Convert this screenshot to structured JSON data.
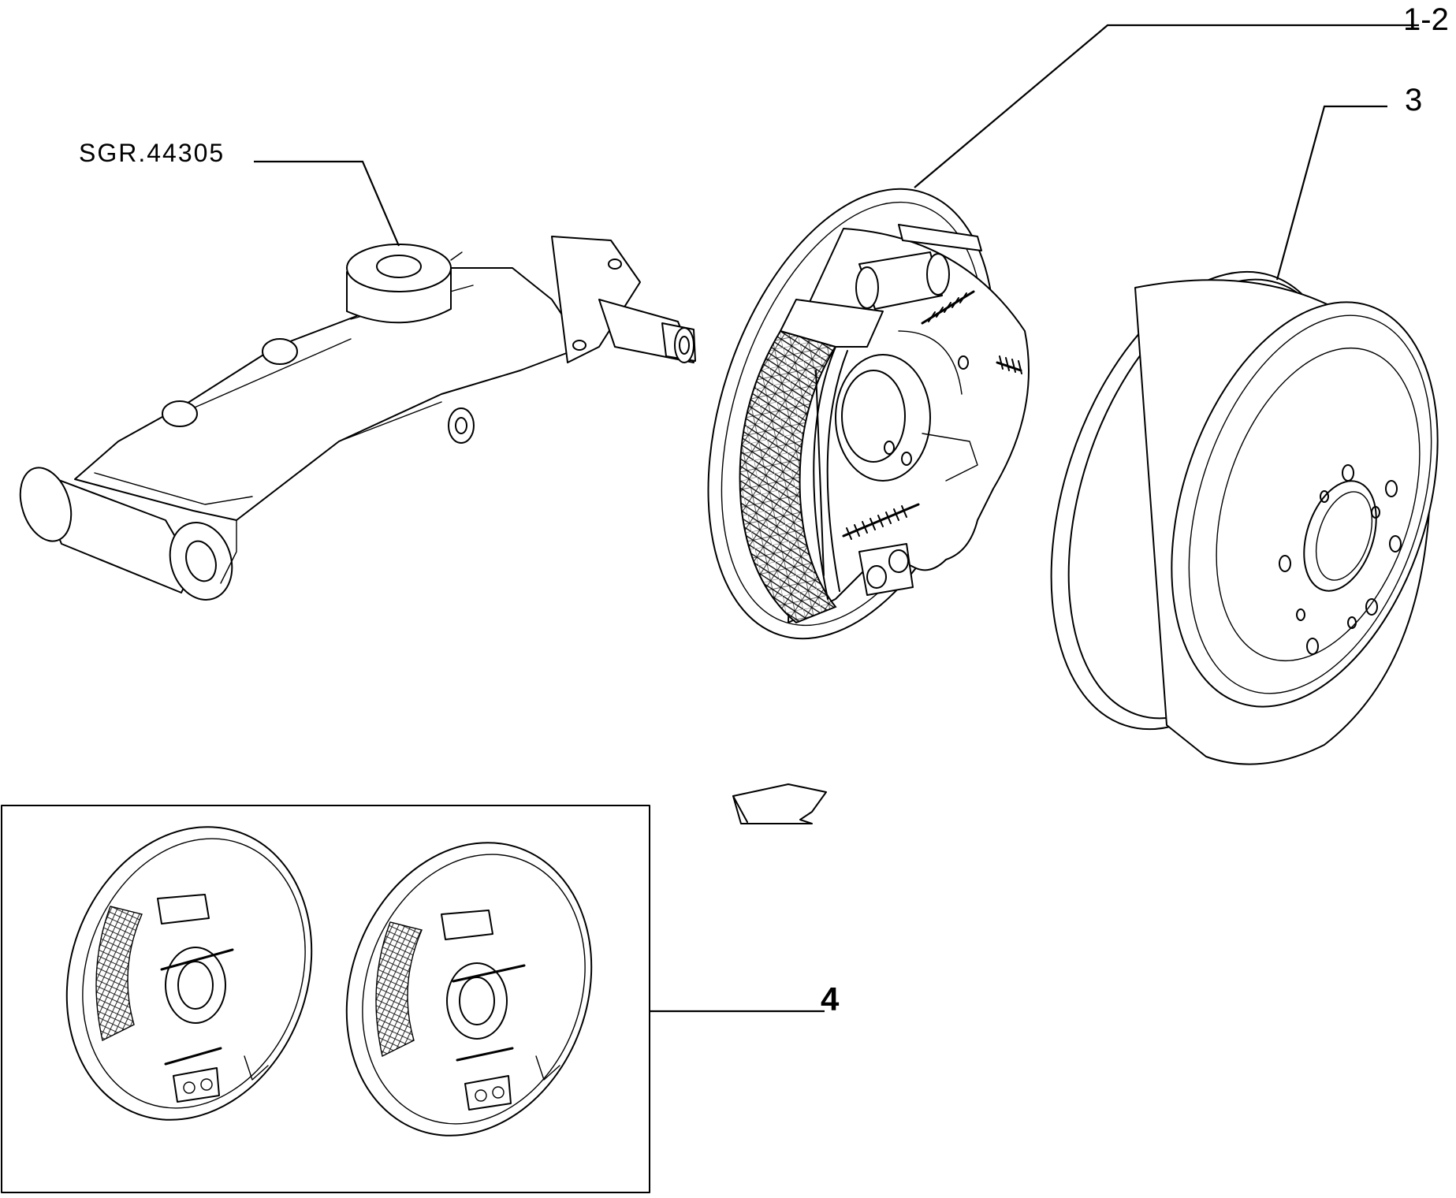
{
  "callouts": {
    "backing_plate": "1-2",
    "drum": "3",
    "kit": "4",
    "reference": "SGR.44305"
  },
  "icons": {
    "direction_arrow": "hollow-arrow-down-left-icon"
  }
}
